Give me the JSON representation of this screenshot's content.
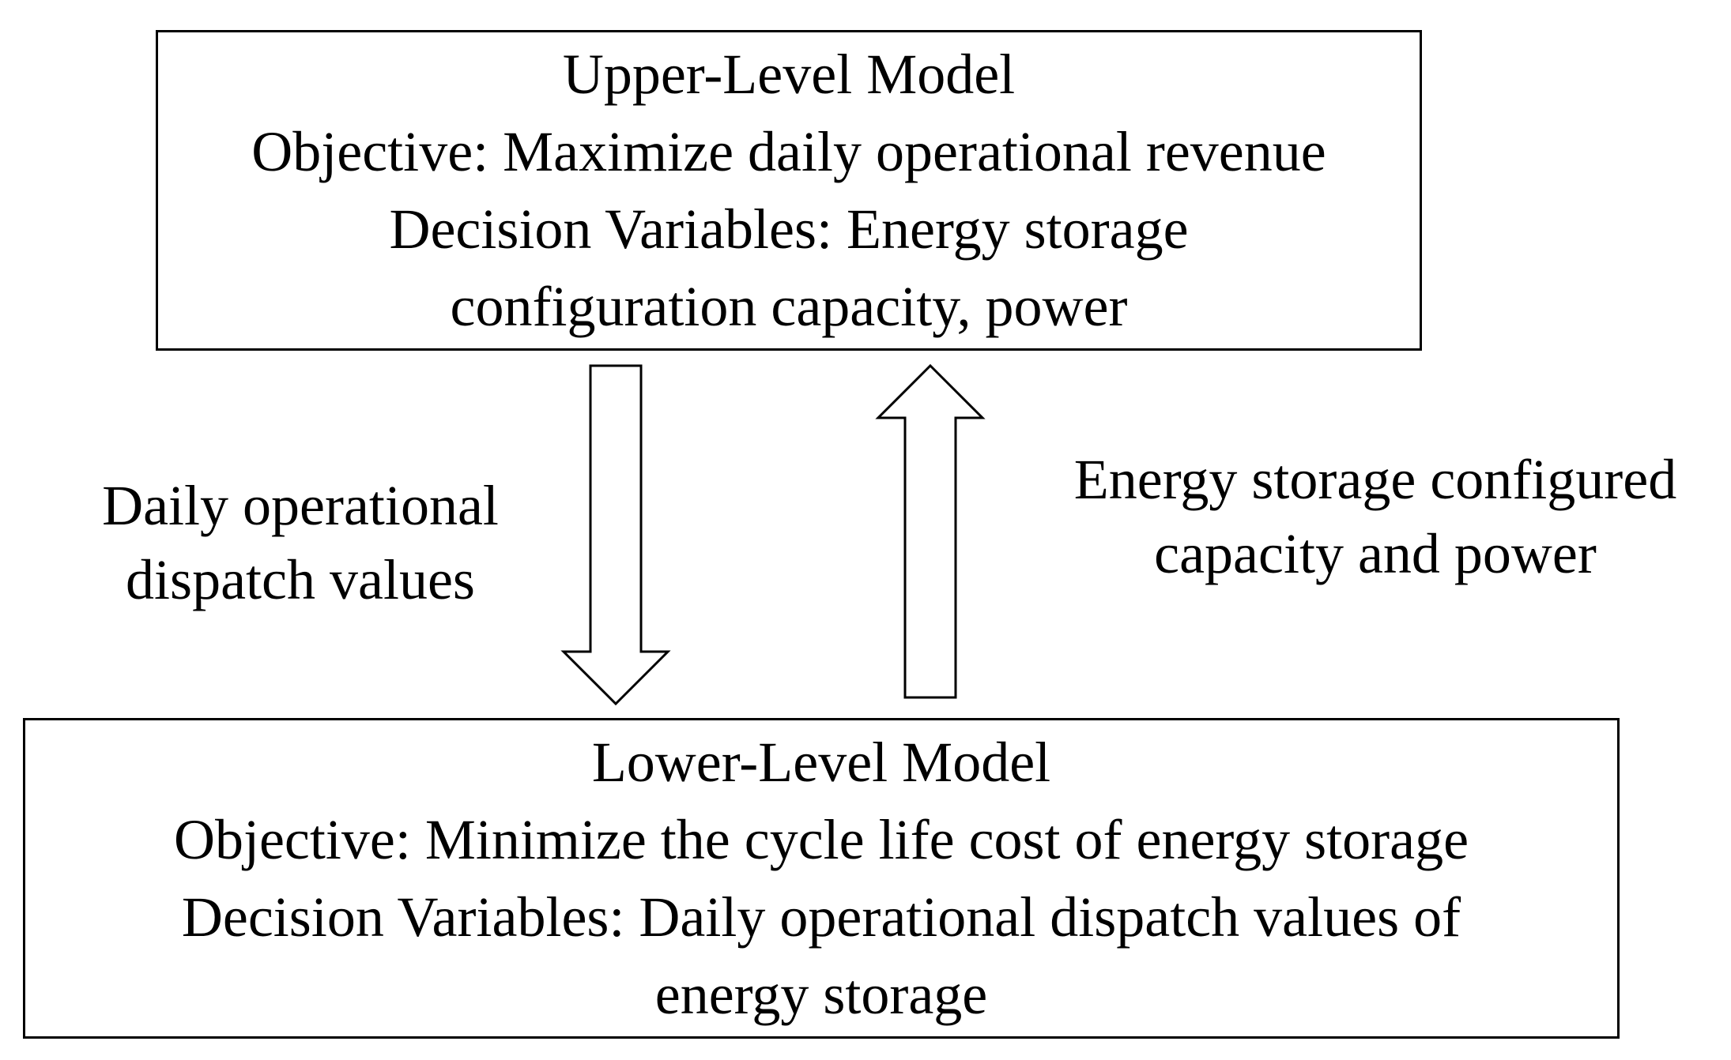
{
  "upper_model": {
    "title": "Upper-Level Model",
    "objective": "Objective: Maximize daily operational revenue",
    "decision_line1": "Decision Variables: Energy storage",
    "decision_line2": "configuration capacity, power"
  },
  "lower_model": {
    "title": "Lower-Level Model",
    "objective": "Objective: Minimize the cycle life cost of energy storage",
    "decision_line1": "Decision Variables: Daily operational dispatch values of",
    "decision_line2": "energy storage"
  },
  "down_arrow_label": {
    "line1": "Daily operational",
    "line2": "dispatch values"
  },
  "up_arrow_label": {
    "line1": "Energy storage configured",
    "line2": "capacity and power"
  }
}
